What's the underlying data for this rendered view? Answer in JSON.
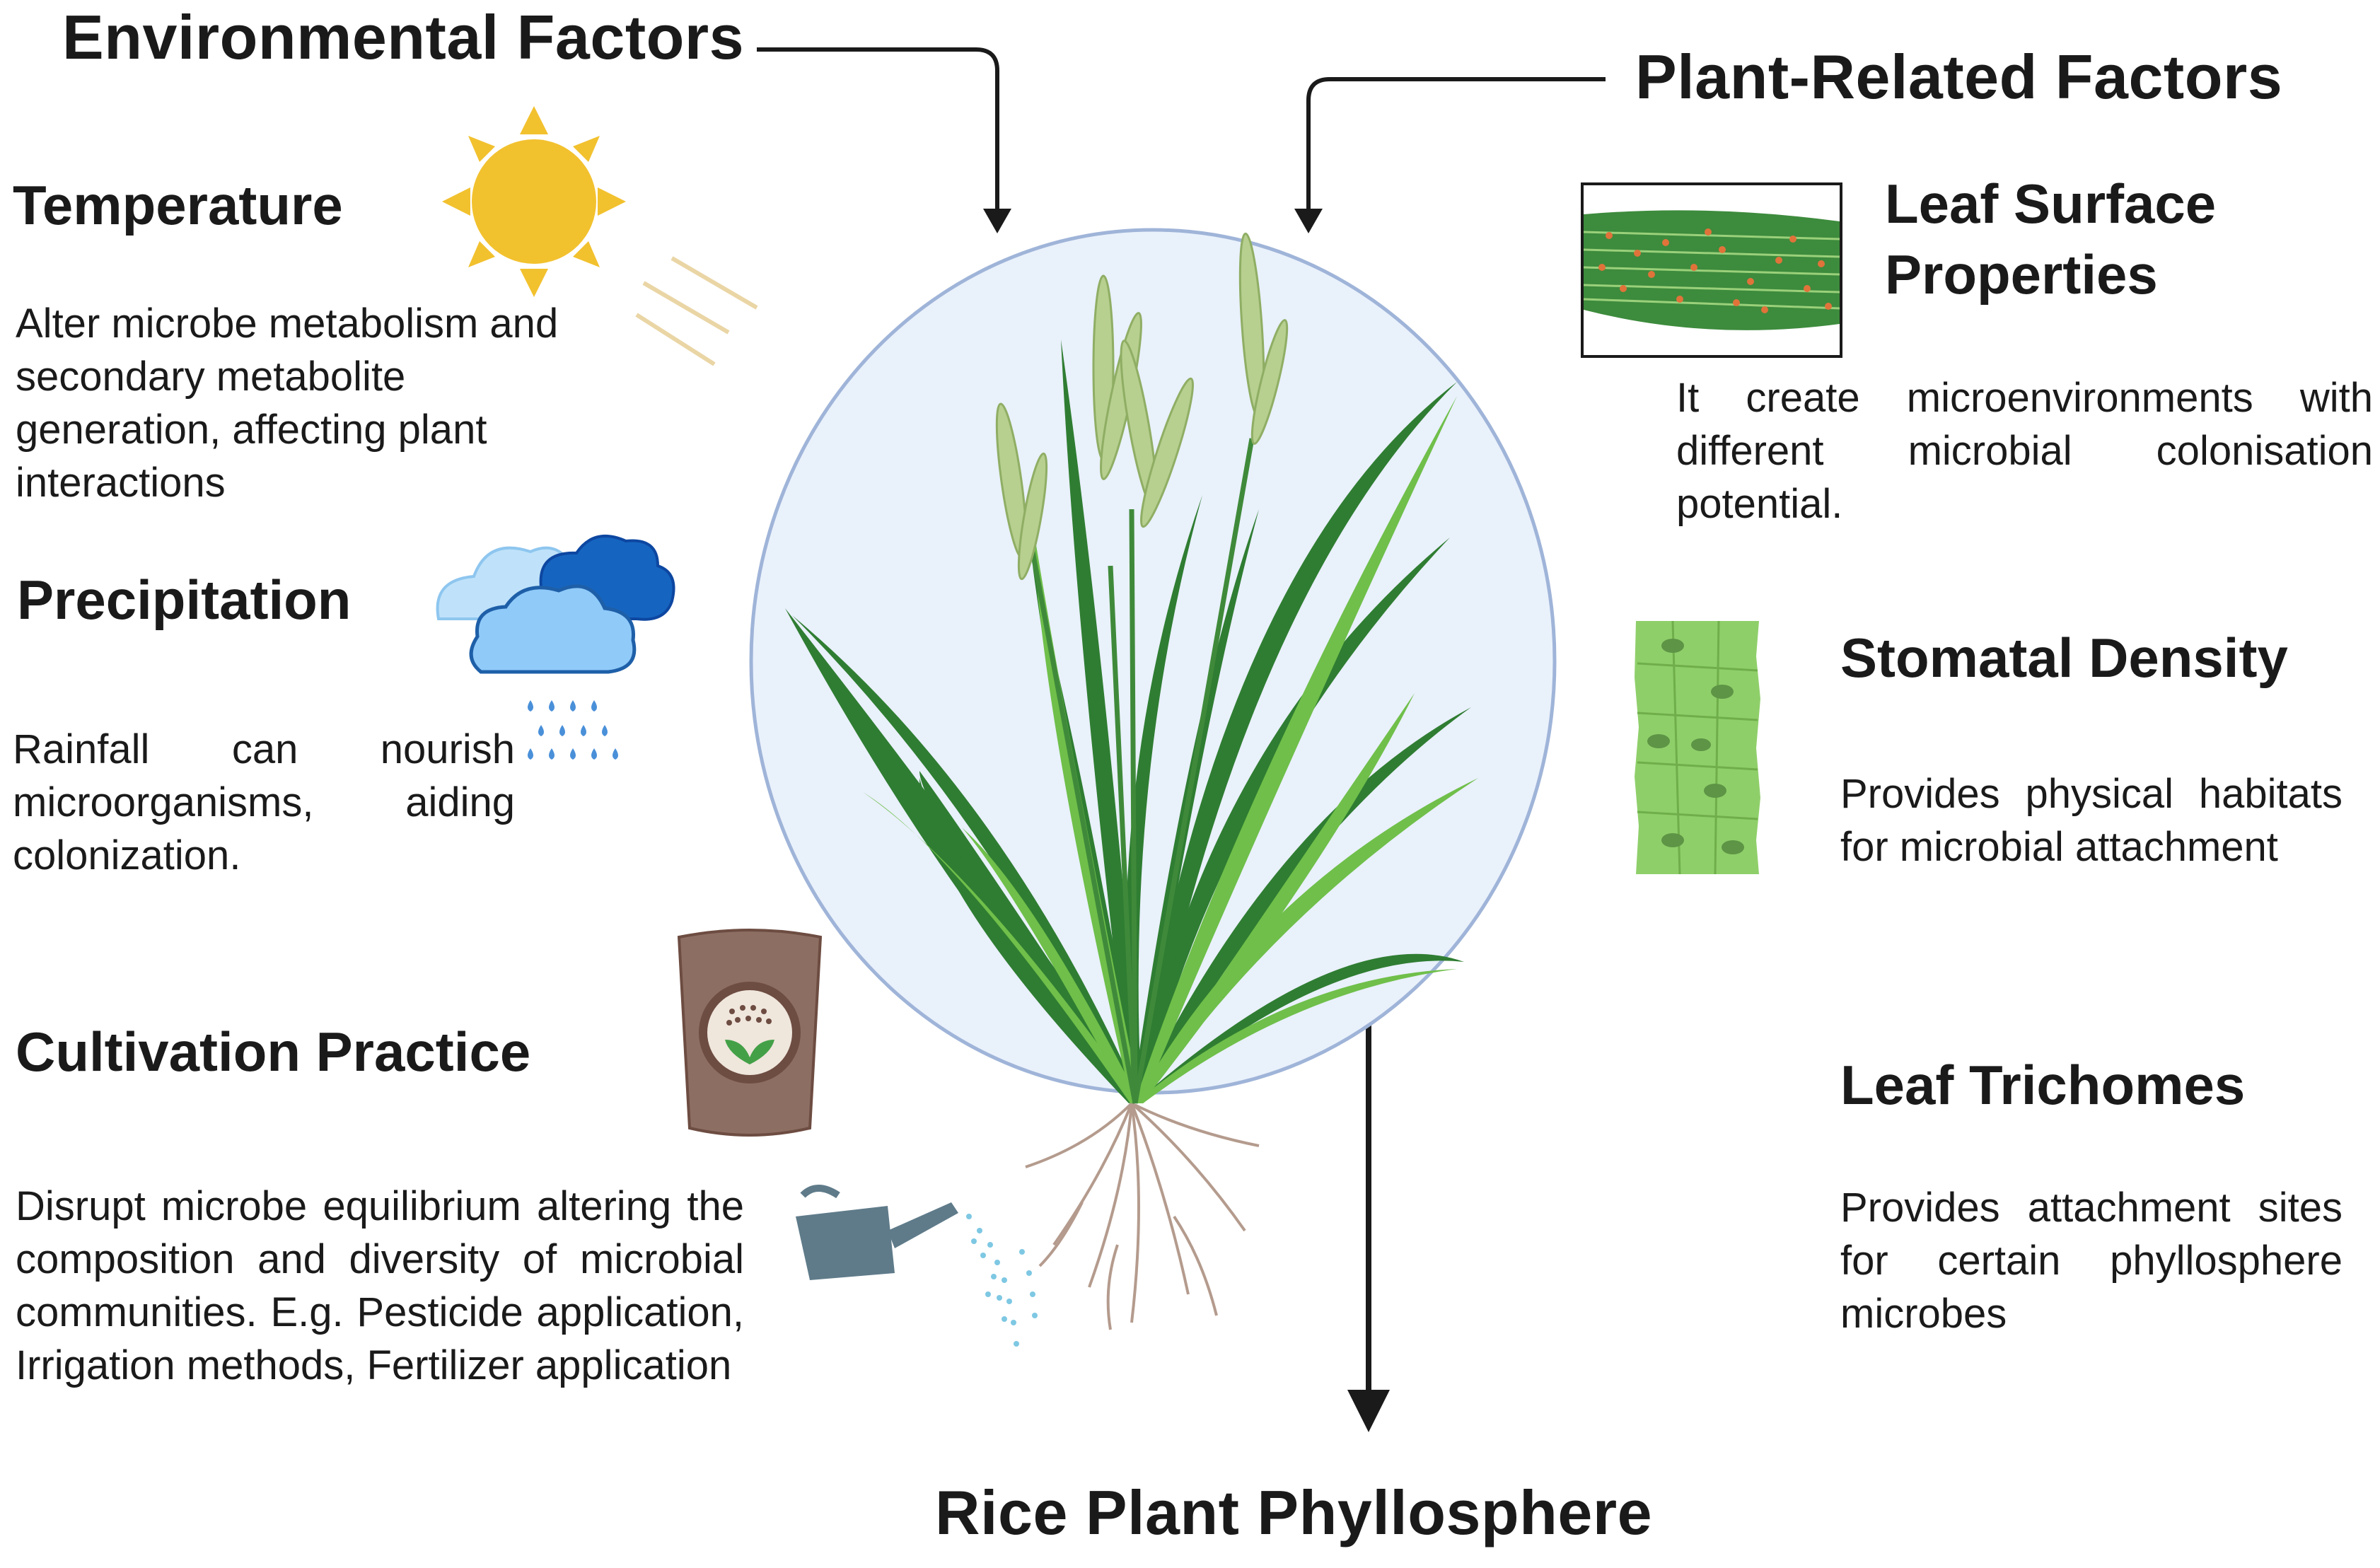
{
  "headers": {
    "environmental": "Environmental Factors",
    "plant_related": "Plant-Related Factors",
    "center": "Rice Plant Phyllosphere"
  },
  "environmental_factors": [
    {
      "title": "Temperature",
      "text": "Alter microbe metabolism and secondary metabolite generation, affecting plant interactions",
      "icon": "sun-icon"
    },
    {
      "title": "Precipitation",
      "text": "Rainfall can nourish microorganisms, aiding colonization.",
      "icon": "rain-cloud-icon"
    },
    {
      "title": "Cultivation Practice",
      "text": "Disrupt microbe equilibrium altering the composition and diversity of microbial communities. E.g. Pesticide application, Irrigation methods, Fertilizer application",
      "icon": "fertilizer-bag-icon"
    }
  ],
  "plant_factors": [
    {
      "title_line1": "Leaf Surface",
      "title_line2": "Properties",
      "text": "It create microenvironments with different microbial colonisation potential.",
      "icon": "leaf-surface-icon"
    },
    {
      "title": "Stomatal Density",
      "text": "Provides physical habitats for microbial attachment",
      "icon": "stomata-icon"
    },
    {
      "title": "Leaf Trichomes",
      "text": "Provides attachment sites for certain phyllosphere microbes",
      "icon": ""
    }
  ],
  "colors": {
    "circle_fill": "#e9f1fb",
    "circle_stroke": "#9fb4d8",
    "leaf_dark": "#2f7d32",
    "leaf_light": "#6fbf4a",
    "sun": "#f2c12e",
    "cloud_light": "#a9d6f5",
    "cloud_dark": "#1565c0",
    "stomata_green": "#8fcf6a"
  }
}
